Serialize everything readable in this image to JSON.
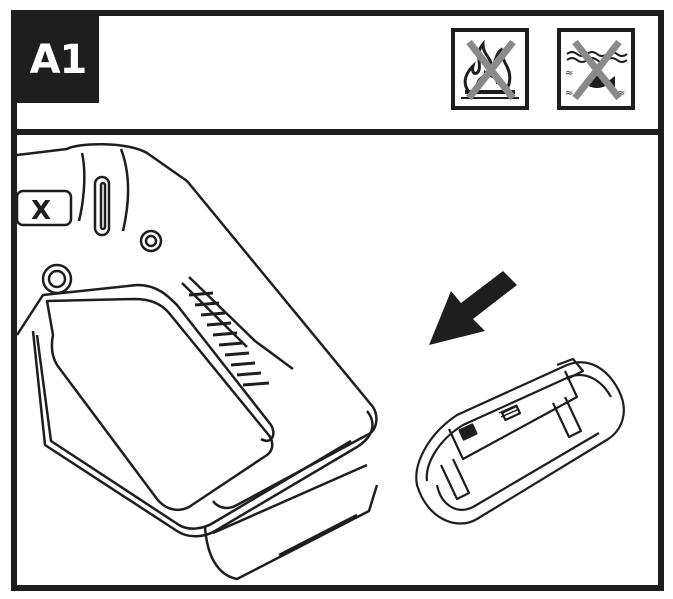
{
  "figure": {
    "label": "A1",
    "warnings": [
      {
        "name": "no-fire",
        "description": "Do not dispose of in fire"
      },
      {
        "name": "no-water",
        "description": "Do not dispose of in water"
      }
    ],
    "tool_brand_fragment": "X",
    "illustration": "Battery pack being inserted into tool handle base",
    "arrow_direction": "down-left",
    "colors": {
      "line": "#1e1e1e",
      "cross": "#8a8a8a",
      "background": "#ffffff"
    }
  }
}
